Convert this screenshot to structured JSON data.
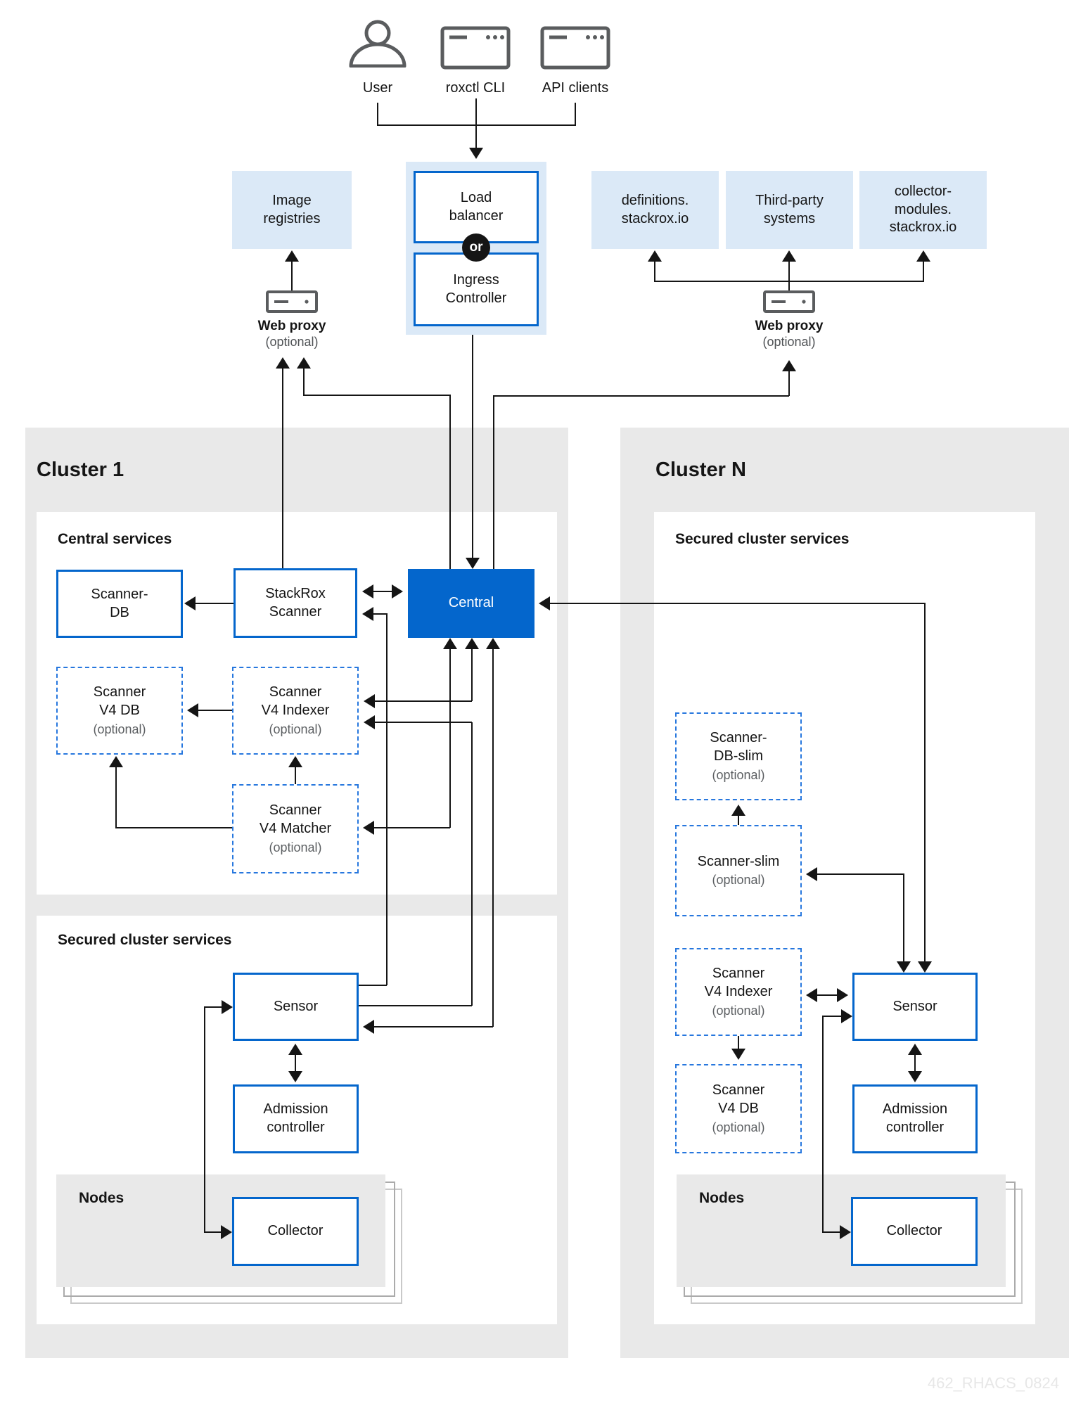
{
  "top": {
    "user_label": "User",
    "roxctl_label": "roxctl CLI",
    "api_label": "API clients"
  },
  "external": {
    "image_registries": "Image\nregistries",
    "load_balancer": "Load\nbalancer",
    "or_label": "or",
    "ingress_controller": "Ingress\nController",
    "definitions": "definitions.\nstackrox.io",
    "third_party": "Third-party\nsystems",
    "collector_modules": "collector-\nmodules.\nstackrox.io",
    "web_proxy": "Web proxy",
    "web_proxy_optional": "(optional)"
  },
  "cluster1": {
    "title": "Cluster 1",
    "central_services": {
      "heading": "Central services",
      "scanner_db": "Scanner-\nDB",
      "stackrox_scanner": "StackRox\nScanner",
      "central": "Central",
      "scanner_v4_db": "Scanner\nV4 DB",
      "scanner_v4_indexer": "Scanner\nV4 Indexer",
      "scanner_v4_matcher": "Scanner\nV4 Matcher",
      "optional": "(optional)"
    },
    "secured_services": {
      "heading": "Secured cluster services",
      "sensor": "Sensor",
      "admission_controller": "Admission\ncontroller",
      "nodes": "Nodes",
      "collector": "Collector"
    }
  },
  "clusterN": {
    "title": "Cluster N",
    "secured_services": {
      "heading": "Secured cluster services",
      "scanner_db_slim": "Scanner-\nDB-slim",
      "scanner_slim": "Scanner-slim",
      "scanner_v4_indexer": "Scanner\nV4 Indexer",
      "scanner_v4_db": "Scanner\nV4 DB",
      "sensor": "Sensor",
      "admission_controller": "Admission\ncontroller",
      "nodes": "Nodes",
      "collector": "Collector",
      "optional": "(optional)"
    }
  },
  "watermark": "462_RHACS_0824",
  "colors": {
    "accent_blue": "#0466cc",
    "dashed_blue": "#2777de",
    "light_blue_fill": "#dbe9f7",
    "cluster_gray": "#e9e9e9",
    "line_black": "#151515",
    "icon_gray": "#5a5c5e"
  }
}
